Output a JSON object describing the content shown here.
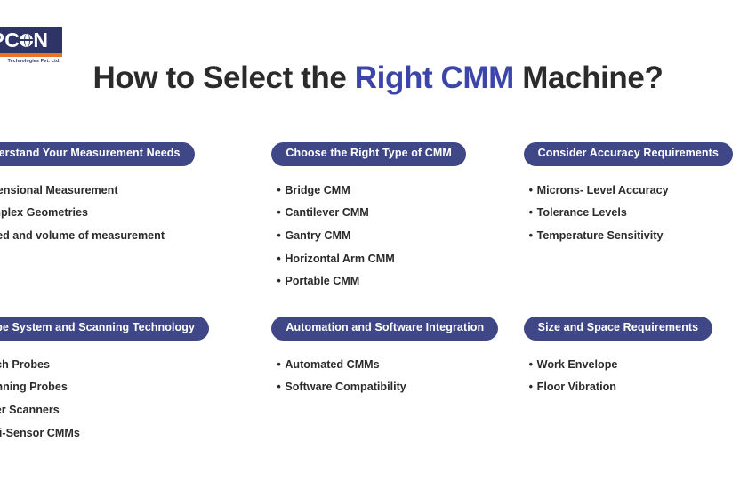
{
  "logo": {
    "word_left": "P",
    "word_mid": "C",
    "word_right": "N",
    "globe_icon": "globe-icon",
    "subtitle": "Technologies Pvt. Ltd."
  },
  "title": {
    "part1": "How to Select the ",
    "highlight": "Right CMM",
    "part2": " Machine?",
    "highlight_color": "#3b46a8",
    "text_color": "#2b2b2b"
  },
  "theme": {
    "badge_bg": "#3f4787",
    "badge_text": "#ffffff",
    "logo_navy": "#2e3566",
    "logo_orange": "#e8722a",
    "body_text": "#2b2b2b",
    "background": "#ffffff"
  },
  "sections": [
    {
      "badge": "Understand Your Measurement Needs",
      "items": [
        "Dimensional Measurement",
        "Complex Geometries",
        "Speed and volume of measurement"
      ]
    },
    {
      "badge": "Choose the Right Type of CMM",
      "items": [
        "Bridge CMM",
        "Cantilever CMM",
        "Gantry CMM",
        "Horizontal Arm CMM",
        "Portable CMM"
      ]
    },
    {
      "badge": "Consider Accuracy Requirements",
      "items": [
        "Microns- Level Accuracy",
        "Tolerance Levels",
        "Temperature Sensitivity"
      ]
    },
    {
      "badge": "Probe System and Scanning Technology",
      "items": [
        "Touch Probes",
        "Scanning Probes",
        "Laser Scanners",
        "Multi-Sensor CMMs"
      ]
    },
    {
      "badge": "Automation and Software Integration",
      "items": [
        "Automated CMMs",
        "Software Compatibility"
      ]
    },
    {
      "badge": "Size and Space Requirements",
      "items": [
        "Work Envelope",
        "Floor Vibration"
      ]
    }
  ],
  "bullet_char": "•"
}
